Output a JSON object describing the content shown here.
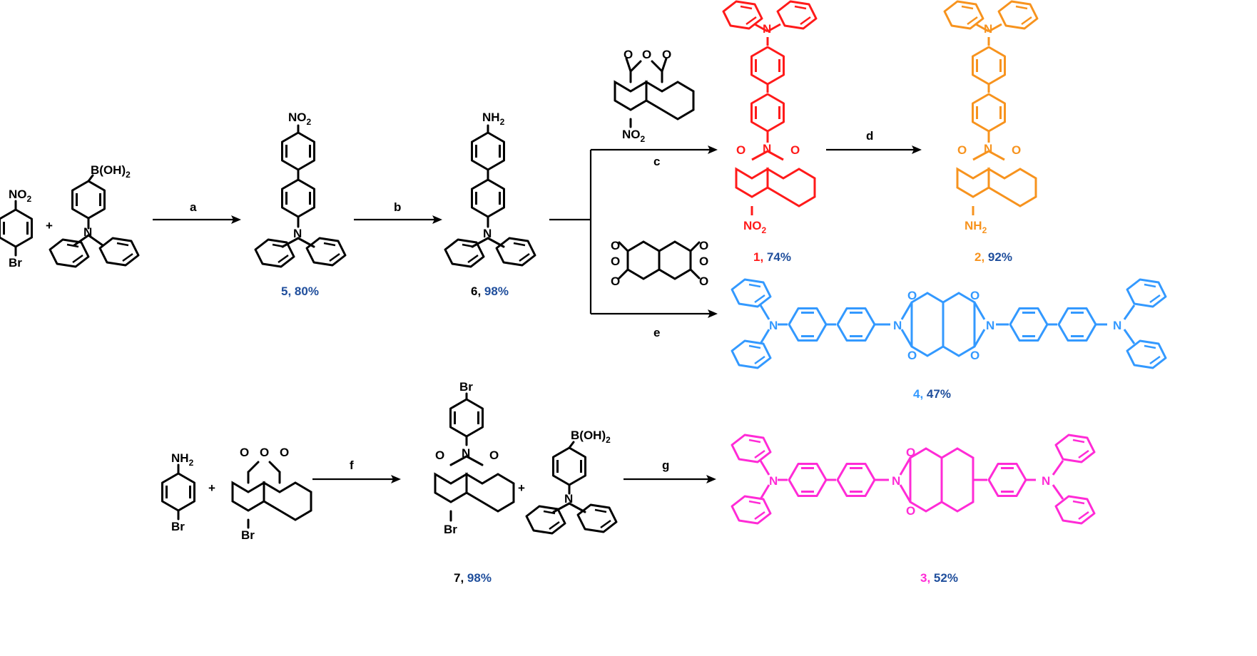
{
  "colors": {
    "black": "#000000",
    "compound1": "#ff1a1a",
    "compound2": "#f7931e",
    "compound3": "#ff2bd6",
    "compound4": "#3399ff",
    "yield_blue": "#1f4e9c"
  },
  "atoms": {
    "no2_left": "NO",
    "no2_sub": "2",
    "br": "Br",
    "boronic_left": "B(OH)",
    "boronic_sub": "2",
    "n": "N",
    "nh2_left": "NH",
    "nh2_sub": "2",
    "o": "O"
  },
  "operators": {
    "plus": "+"
  },
  "reagents": {
    "a": "a",
    "b": "b",
    "c": "c",
    "d": "d",
    "e": "e",
    "f": "f",
    "g": "g"
  },
  "yields": {
    "c5": {
      "num": "5,",
      "pct": "80%"
    },
    "c6": {
      "num": "6,",
      "pct": "98%"
    },
    "c1": {
      "num": "1,",
      "pct": "74%"
    },
    "c2": {
      "num": "2,",
      "pct": "92%"
    },
    "c4": {
      "num": "4,",
      "pct": "47%"
    },
    "c7": {
      "num": "7,",
      "pct": "98%"
    },
    "c3": {
      "num": "3,",
      "pct": "52%"
    }
  }
}
